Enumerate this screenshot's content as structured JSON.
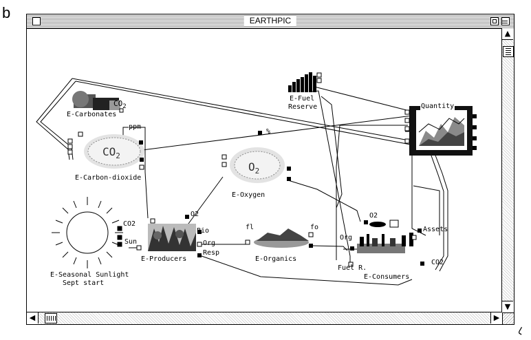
{
  "panel_label": "b",
  "window": {
    "title": "EARTHPIC"
  },
  "modules": {
    "carbonates": {
      "label": "E-Carbonates",
      "port": "CO2"
    },
    "carbon_dioxide": {
      "label": "E-Carbon-dioxide",
      "port": "ppm",
      "blob": "CO2"
    },
    "fuel_reserve": {
      "label_line1": "E-Fuel",
      "label_line2": "Reserve"
    },
    "quantity": {
      "label": "Quantity"
    },
    "oxygen": {
      "label": "E-Oxygen",
      "port": "%",
      "blob": "O2"
    },
    "sunlight": {
      "label_line1": "E-Seasonal Sunlight",
      "label_line2": "Sept start",
      "port": "Sun"
    },
    "producers": {
      "label": "E-Producers",
      "port_co2": "CO2",
      "port_o2": "O2",
      "port_bio": "Bio",
      "port_org": "Org",
      "port_resp": "Resp"
    },
    "organics": {
      "label": "E-Organics",
      "port_fl": "fl",
      "port_fo": "fo"
    },
    "consumers": {
      "label": "E-Consumers",
      "port_o2": "O2",
      "port_org": "Org",
      "port_assets": "Assets",
      "port_fuel": "Fuel R.",
      "port_co2": "CO2"
    }
  },
  "icons": {
    "close": "close-box",
    "zoom": "zoom-box",
    "collapse": "collapse-box",
    "up": "scroll-up-arrow",
    "down": "scroll-down-arrow",
    "left": "scroll-left-arrow",
    "right": "scroll-right-arrow"
  }
}
